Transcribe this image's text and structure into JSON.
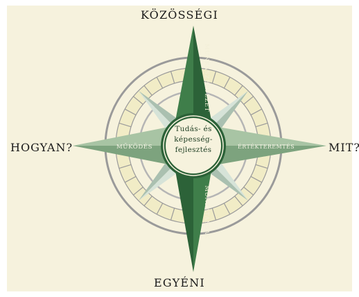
{
  "colors": {
    "background": "#f6f2dd",
    "ring_fill": "#f1ecc6",
    "ring_stroke": "#9a9a9a",
    "green_dark": "#2c6238",
    "green_light": "#3f7e4a",
    "horizontal_arm_dark": "#7da37e",
    "horizontal_arm_light": "#a8c4a4",
    "diagonal_arm_dark": "#aac0b0",
    "diagonal_arm_light": "#d6e3d8",
    "center_fill": "#f6f2dd",
    "center_ring": "#2c6238"
  },
  "directions": {
    "north": "KÖZÖSSÉGI",
    "south": "EGYÉNI",
    "west": "HOGYAN?",
    "east": "MIT?"
  },
  "arms": {
    "north": "MUNKASZERVEZET",
    "south": "MUNKATÁRSAK",
    "west": "MŰKÖDÉS",
    "east": "ÉRTÉKTEREMTÉS"
  },
  "center": {
    "line1": "Tudás- és",
    "line2": "képesség-",
    "line3": "fejlesztés"
  }
}
